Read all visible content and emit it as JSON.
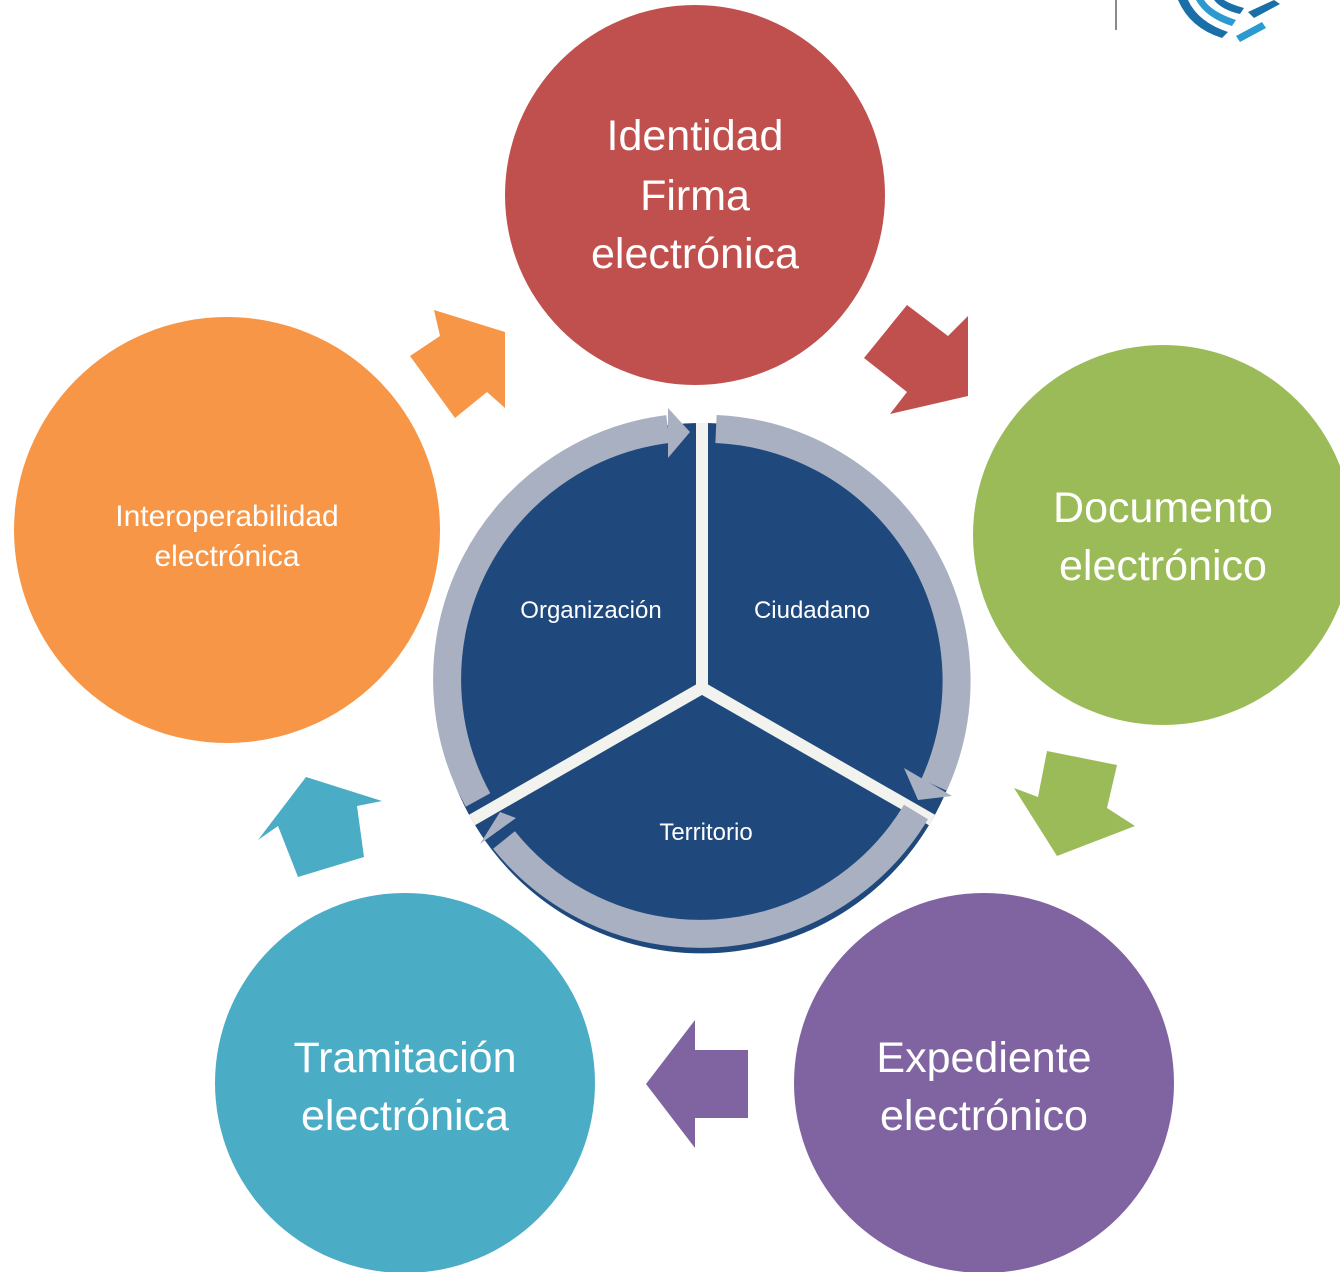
{
  "nodes": {
    "identidad": {
      "line1": "Identidad",
      "line2": "Firma",
      "line3": "electrónica",
      "color": "#c0504d"
    },
    "documento": {
      "line1": "Documento",
      "line2": "electrónico",
      "color": "#9bbb59"
    },
    "expediente": {
      "line1": "Expediente",
      "line2": "electrónico",
      "color": "#8064a2"
    },
    "tramitacion": {
      "line1": "Tramitación",
      "line2": "electrónica",
      "color": "#4bacc6"
    },
    "interoperabilidad": {
      "line1": "Interoperabilidad",
      "line2": "electrónica",
      "color": "#f79646"
    }
  },
  "center": {
    "organizacion": "Organización",
    "ciudadano": "Ciudadano",
    "territorio": "Territorio",
    "fill_color": "#1f497d",
    "ring_color": "#a9b0c1",
    "separator_color": "#f2f2ef"
  }
}
